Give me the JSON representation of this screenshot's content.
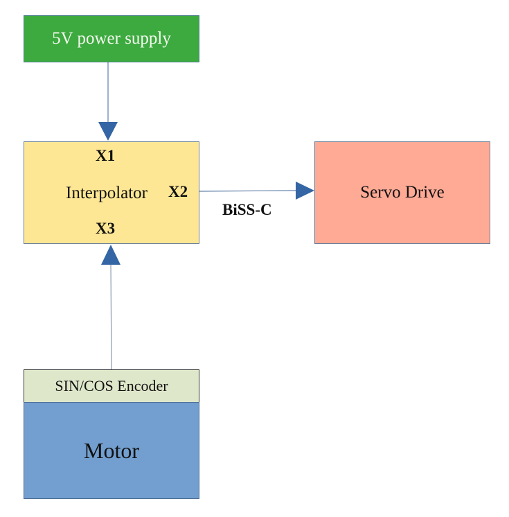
{
  "diagram": {
    "blocks": {
      "power_supply": "5V power supply",
      "interpolator": "Interpolator",
      "servo_drive": "Servo Drive",
      "encoder": "SIN/COS Encoder",
      "motor": "Motor"
    },
    "ports": {
      "x1": "X1",
      "x2": "X2",
      "x3": "X3"
    },
    "connections": [
      {
        "from": "5V power supply",
        "to": "Interpolator X1",
        "label": ""
      },
      {
        "from": "Interpolator X2",
        "to": "Servo Drive",
        "label": "BiSS-C"
      },
      {
        "from": "SIN/COS Encoder",
        "to": "Interpolator X3",
        "label": ""
      }
    ],
    "link_label": "BiSS-C",
    "colors": {
      "power_supply": "#3daa3f",
      "interpolator": "#fee794",
      "servo_drive": "#ffaa95",
      "encoder": "#dee7ca",
      "motor": "#729fcf",
      "arrow": "#3465a4"
    }
  }
}
